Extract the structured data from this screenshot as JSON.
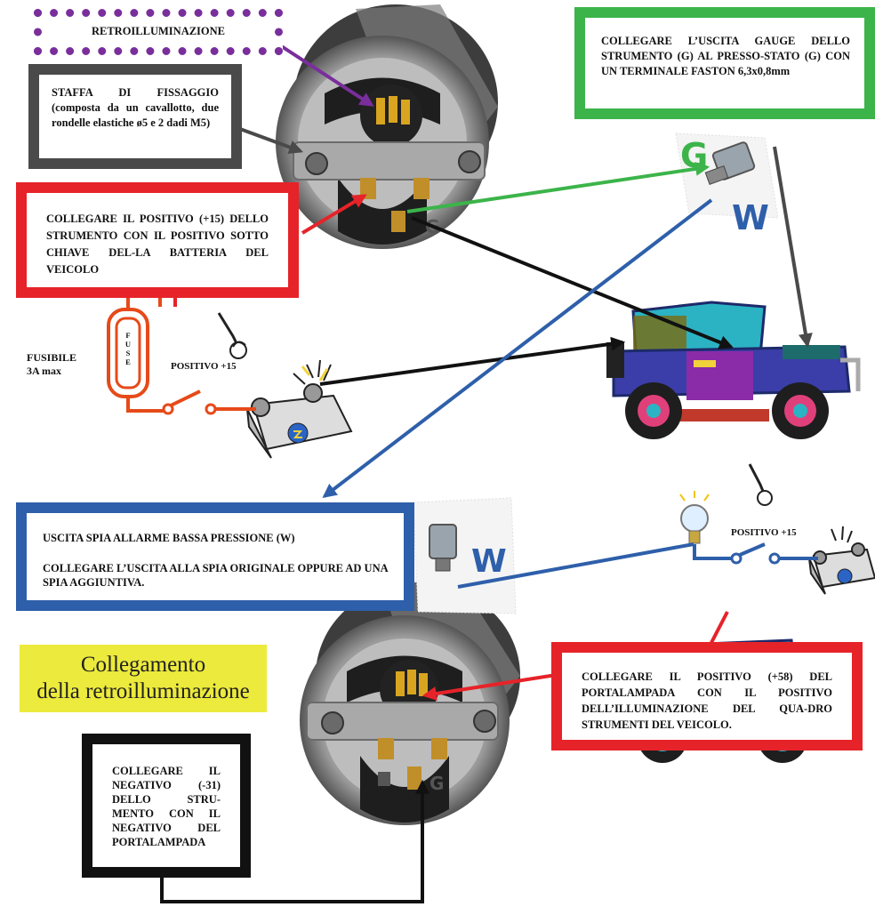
{
  "labels": {
    "retroilluminazione": "RETROILLUMINAZIONE",
    "staffa": "STAFFA DI FISSAGGIO (composta da un cavallotto, due rondelle elastiche ø5 e 2 dadi M5)",
    "gauge": "COLLEGARE L’USCITA GAUGE DELLO STRUMENTO (G) AL PRESSO-STATO (G) CON UN TERMINALE FASTON 6,3x0,8mm",
    "positivo15_box": "COLLEGARE IL POSITIVO (+15) DELLO STRUMENTO CON IL POSITIVO SOTTO CHIAVE DEL-LA BATTERIA DEL VEICOLO",
    "fusibile": "FUSIBILE",
    "fusibile_rating": "3A max",
    "fuse_text": "F\nU\nS\nE",
    "positivo15_1": "POSITIVO +15",
    "positivo15_2": "POSITIVO +15",
    "uscita_spia_1": "USCITA SPIA ALLARME BASSA PRESSIONE (W)",
    "uscita_spia_2": "COLLEGARE L’USCITA ALLA SPIA ORIGINALE OPPURE AD UNA SPIA AGGIUNTIVA.",
    "title_line1": "Collegamento",
    "title_line2": "della retroilluminazione",
    "positivo58": "COLLEGARE IL POSITIVO (+58) DEL PORTALAMPADA CON IL POSITIVO DELL’ILLUMINAZIONE DEL QUA-DRO STRUMENTI DEL VEICOLO.",
    "negativo31": "COLLEGARE IL NEGATIVO (-31) DELLO STRU-MENTO CON IL NEGATIVO DEL PORTALAMPADA",
    "letter_g": "G",
    "letter_w": "W"
  },
  "colors": {
    "purple": "#7a2e9c",
    "grey_dark": "#4a4a4a",
    "green": "#3cb44a",
    "red": "#e62329",
    "blue": "#2e5faa",
    "black": "#111111",
    "yellow_box": "#ecea3c"
  },
  "icons": [
    "gauge-icon",
    "pressure-switch-icon",
    "jeep-icon",
    "battery-icon",
    "key-icon",
    "bulb-icon",
    "fuse-icon",
    "switch-icon"
  ]
}
